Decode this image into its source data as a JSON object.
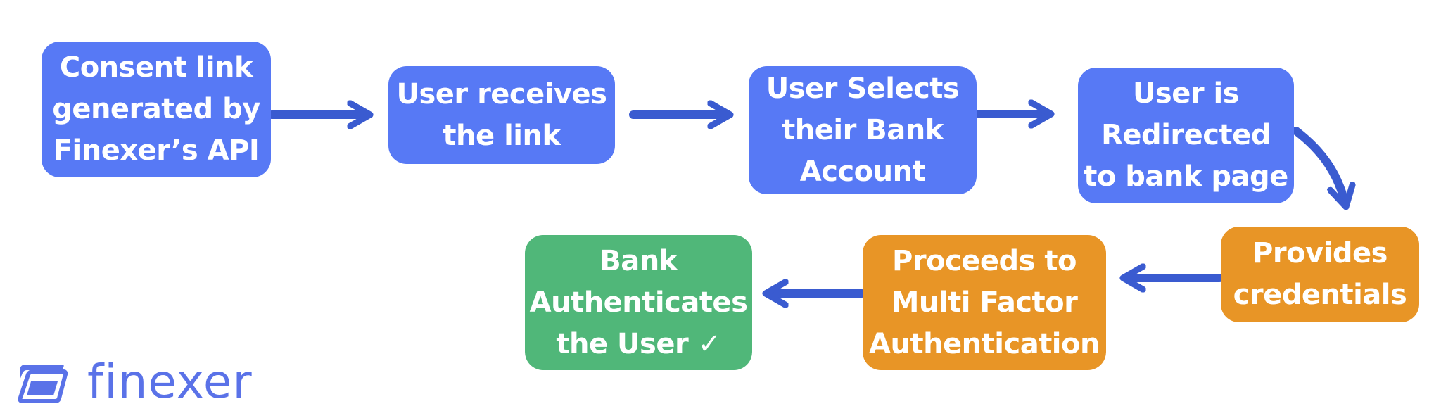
{
  "steps": [
    {
      "id": "consent-link",
      "label": "Consent link\ngenerated by\nFinexer’s API",
      "color": "#5779F5"
    },
    {
      "id": "user-receives",
      "label": "User receives\nthe link",
      "color": "#5779F5"
    },
    {
      "id": "user-selects",
      "label": "User Selects\ntheir Bank\nAccount",
      "color": "#5779F5"
    },
    {
      "id": "user-redirected",
      "label": "User is\nRedirected\nto bank page",
      "color": "#5779F5"
    },
    {
      "id": "provides-credentials",
      "label": "Provides\ncredentials",
      "color": "#E89526"
    },
    {
      "id": "multi-factor",
      "label": "Proceeds to\nMulti Factor\nAuthentication",
      "color": "#E89526"
    },
    {
      "id": "bank-authenticates",
      "label": "Bank\nAuthenticates\nthe User ✓",
      "color": "#50B779"
    }
  ],
  "arrow_color": "#3A5BD0",
  "brand": {
    "name": "finexer",
    "color": "#5A72E8"
  }
}
